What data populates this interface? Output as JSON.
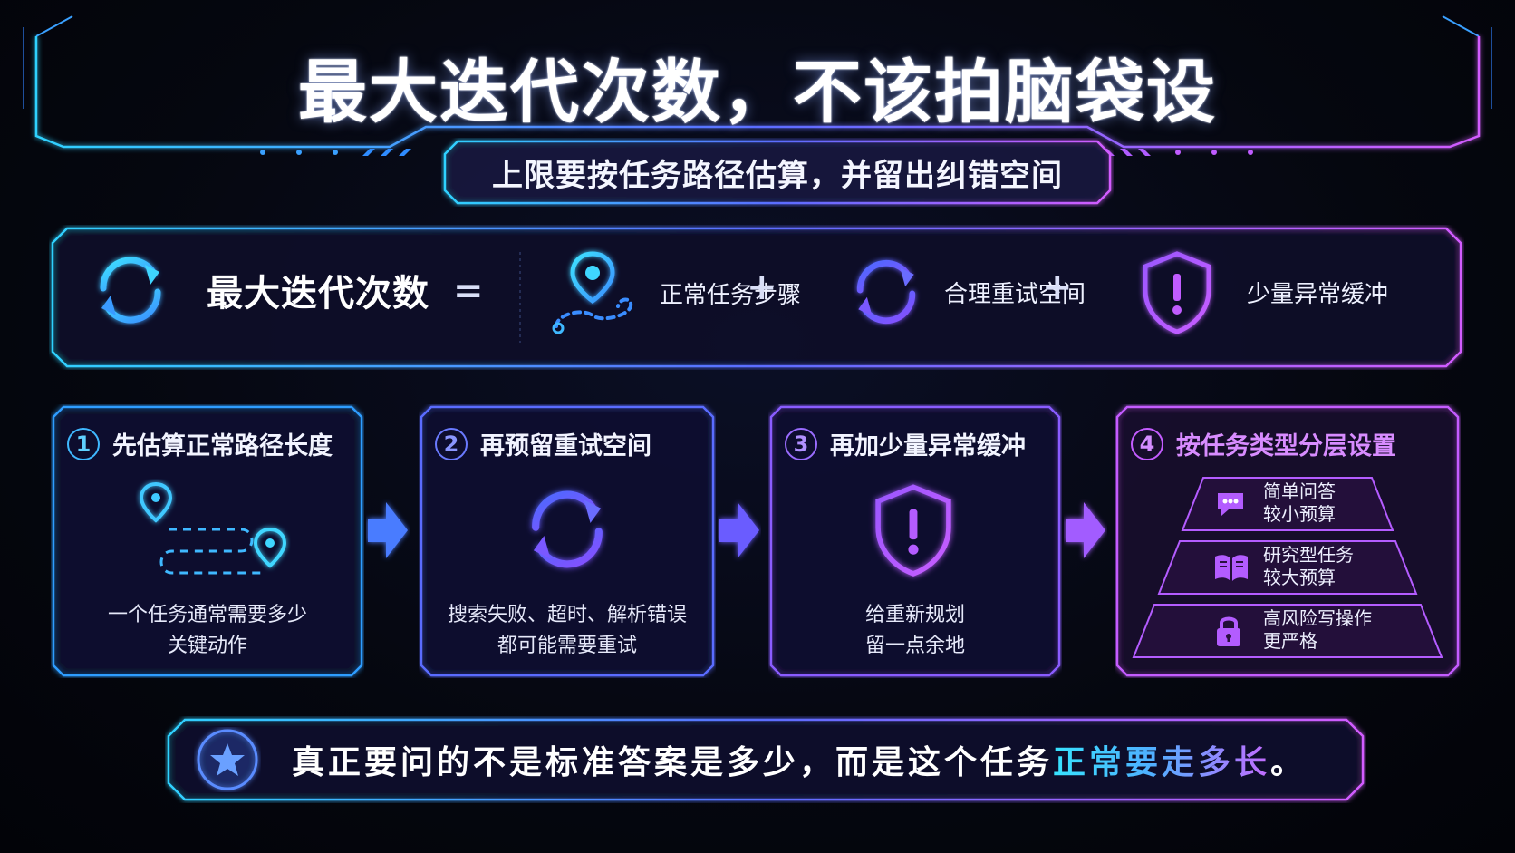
{
  "header": {
    "title": "最大迭代次数，不该拍脑袋设",
    "subtitle": "上限要按任务路径估算，并留出纠错空间"
  },
  "formula": {
    "lhs": "最大迭代次数",
    "equals": "=",
    "terms": [
      {
        "label": "正常任务步骤",
        "icon": "route-icon"
      },
      {
        "label": "合理重试空间",
        "icon": "refresh-icon"
      },
      {
        "label": "少量异常缓冲",
        "icon": "shield-alert-icon"
      }
    ],
    "plus": "+"
  },
  "steps": [
    {
      "num": "1",
      "title": "先估算正常路径长度",
      "desc": [
        "一个任务通常需要多少",
        "关键动作"
      ],
      "icon": "path-icon"
    },
    {
      "num": "2",
      "title": "再预留重试空间",
      "desc": [
        "搜索失败、超时、解析错误",
        "都可能需要重试"
      ],
      "icon": "refresh-icon"
    },
    {
      "num": "3",
      "title": "再加少量异常缓冲",
      "desc": [
        "给重新规划",
        "留一点余地"
      ],
      "icon": "shield-alert-icon"
    },
    {
      "num": "4",
      "title": "按任务类型分层设置",
      "icon": "pyramid-icon",
      "tiers": [
        {
          "line1": "简单问答",
          "line2": "较小预算",
          "icon": "chat-icon"
        },
        {
          "line1": "研究型任务",
          "line2": "较大预算",
          "icon": "book-icon"
        },
        {
          "line1": "高风险写操作",
          "line2": "更严格",
          "icon": "lock-icon"
        }
      ]
    }
  ],
  "quote": {
    "part1": "真正要问的不是标准答案是多少，而是这个任务",
    "highlight": "正常要走多长",
    "end": "。",
    "icon": "star-icon"
  },
  "colors": {
    "cyan": "#37d9ff",
    "blue": "#4f7bff",
    "purple": "#a85cff",
    "magenta": "#d66bff"
  }
}
